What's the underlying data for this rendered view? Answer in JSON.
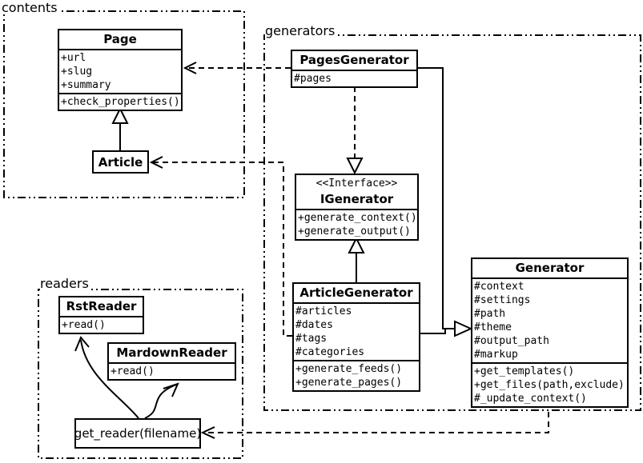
{
  "packages": {
    "contents": {
      "label": "contents"
    },
    "generators": {
      "label": "generators"
    },
    "readers": {
      "label": "readers"
    }
  },
  "classes": {
    "page": {
      "title": "Page",
      "attributes": [
        "+url",
        "+slug",
        "+summary"
      ],
      "methods": [
        "+check_properties()"
      ]
    },
    "article": {
      "title": "Article"
    },
    "pages_generator": {
      "title": "PagesGenerator",
      "attributes": [
        "#pages"
      ]
    },
    "igenerator": {
      "stereotype": "<<Interface>>",
      "title": "IGenerator",
      "methods": [
        "+generate_context()",
        "+generate_output()"
      ]
    },
    "article_generator": {
      "title": "ArticleGenerator",
      "attributes": [
        "#articles",
        "#dates",
        "#tags",
        "#categories"
      ],
      "methods": [
        "+generate_feeds()",
        "+generate_pages()"
      ]
    },
    "generator": {
      "title": "Generator",
      "attributes": [
        "#context",
        "#settings",
        "#path",
        "#theme",
        "#output_path",
        "#markup"
      ],
      "methods": [
        "+get_templates()",
        "+get_files(path,exclude)",
        "#_update_context()"
      ]
    },
    "rst_reader": {
      "title": "RstReader",
      "methods": [
        "+read()"
      ]
    },
    "mardown_reader": {
      "title": "MardownReader",
      "methods": [
        "+read()"
      ]
    },
    "get_reader": {
      "title": "get_reader(filename)"
    }
  },
  "relationships": [
    {
      "from": "Article",
      "to": "Page",
      "type": "generalization"
    },
    {
      "from": "PagesGenerator",
      "to": "Page",
      "type": "dependency"
    },
    {
      "from": "ArticleGenerator",
      "to": "Article",
      "type": "dependency"
    },
    {
      "from": "PagesGenerator",
      "to": "IGenerator",
      "type": "realization"
    },
    {
      "from": "ArticleGenerator",
      "to": "IGenerator",
      "type": "generalization"
    },
    {
      "from": "PagesGenerator",
      "to": "Generator",
      "type": "generalization"
    },
    {
      "from": "ArticleGenerator",
      "to": "Generator",
      "type": "generalization"
    },
    {
      "from": "Generator",
      "to": "get_reader(filename)",
      "type": "dependency"
    },
    {
      "from": "get_reader(filename)",
      "to": "RstReader",
      "type": "association"
    },
    {
      "from": "get_reader(filename)",
      "to": "MardownReader",
      "type": "association"
    }
  ],
  "colors": {
    "line": "#000000",
    "background": "#ffffff"
  }
}
